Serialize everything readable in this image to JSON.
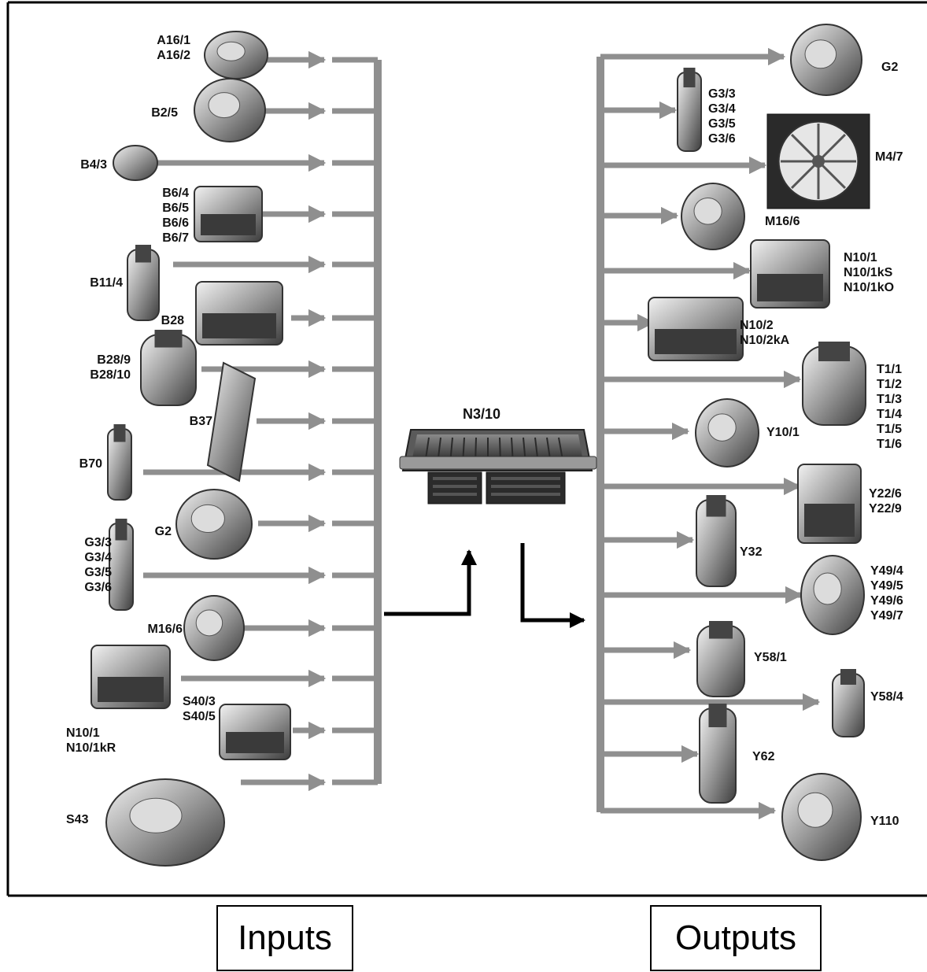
{
  "ecu": {
    "label": "N3/10"
  },
  "inputs": [
    {
      "lines": [
        "A16/1",
        "A16/2"
      ]
    },
    {
      "lines": [
        "B2/5"
      ]
    },
    {
      "lines": [
        "B4/3"
      ]
    },
    {
      "lines": [
        "B6/4",
        "B6/5",
        "B6/6",
        "B6/7"
      ]
    },
    {
      "lines": [
        "B11/4"
      ]
    },
    {
      "lines": [
        "B28"
      ]
    },
    {
      "lines": [
        "B28/9",
        "B28/10"
      ]
    },
    {
      "lines": [
        "B37"
      ]
    },
    {
      "lines": [
        "B70"
      ]
    },
    {
      "lines": [
        "G2"
      ]
    },
    {
      "lines": [
        "G3/3",
        "G3/4",
        "G3/5",
        "G3/6"
      ]
    },
    {
      "lines": [
        "M16/6"
      ]
    },
    {
      "lines": [
        "N10/1",
        "N10/1kR"
      ]
    },
    {
      "lines": [
        "S40/3",
        "S40/5"
      ]
    },
    {
      "lines": [
        "S43"
      ]
    }
  ],
  "outputs": [
    {
      "lines": [
        "G2"
      ]
    },
    {
      "lines": [
        "G3/3",
        "G3/4",
        "G3/5",
        "G3/6"
      ]
    },
    {
      "lines": [
        "M4/7"
      ]
    },
    {
      "lines": [
        "M16/6"
      ]
    },
    {
      "lines": [
        "N10/1",
        "N10/1kS",
        "N10/1kO"
      ]
    },
    {
      "lines": [
        "N10/2",
        "N10/2kA"
      ]
    },
    {
      "lines": [
        "T1/1",
        "T1/2",
        "T1/3",
        "T1/4",
        "T1/5",
        "T1/6"
      ]
    },
    {
      "lines": [
        "Y10/1"
      ]
    },
    {
      "lines": [
        "Y22/6",
        "Y22/9"
      ]
    },
    {
      "lines": [
        "Y32"
      ]
    },
    {
      "lines": [
        "Y49/4",
        "Y49/5",
        "Y49/6",
        "Y49/7"
      ]
    },
    {
      "lines": [
        "Y58/1"
      ]
    },
    {
      "lines": [
        "Y58/4"
      ]
    },
    {
      "lines": [
        "Y62"
      ]
    },
    {
      "lines": [
        "Y110"
      ]
    }
  ],
  "captions": {
    "inputs": "Inputs",
    "outputs": "Outputs"
  },
  "colors": {
    "arrow": "#8f8f8f",
    "frame": "#000000",
    "component": "#6e6e6e",
    "component_light": "#cfcfcf"
  }
}
